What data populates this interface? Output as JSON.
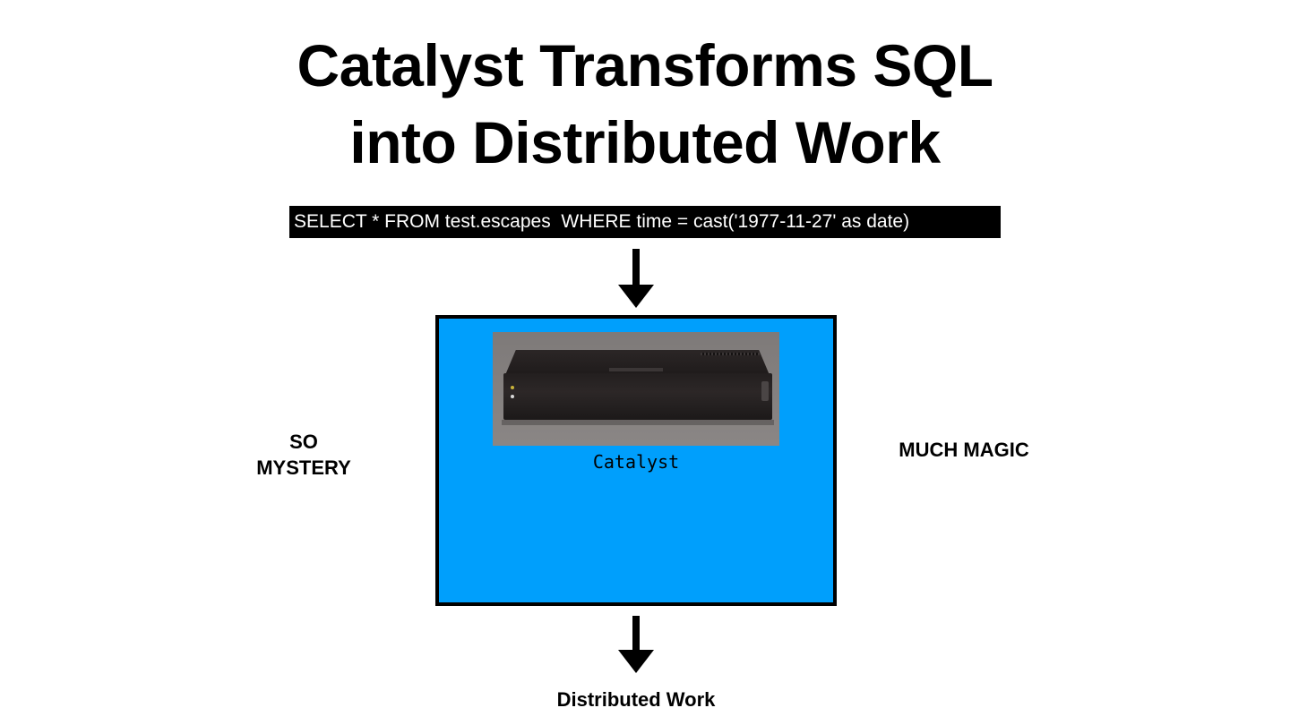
{
  "title": {
    "line1": "Catalyst Transforms SQL",
    "line2": "into Distributed Work"
  },
  "sql_query": "SELECT * FROM test.escapes  WHERE time = cast('1977-11-27' as date)",
  "catalyst": {
    "label": "Catalyst",
    "box_color": "#009ffc"
  },
  "left_label": {
    "line1": "SO",
    "line2": "MYSTERY"
  },
  "right_label": "MUCH MAGIC",
  "output_label": "Distributed Work"
}
